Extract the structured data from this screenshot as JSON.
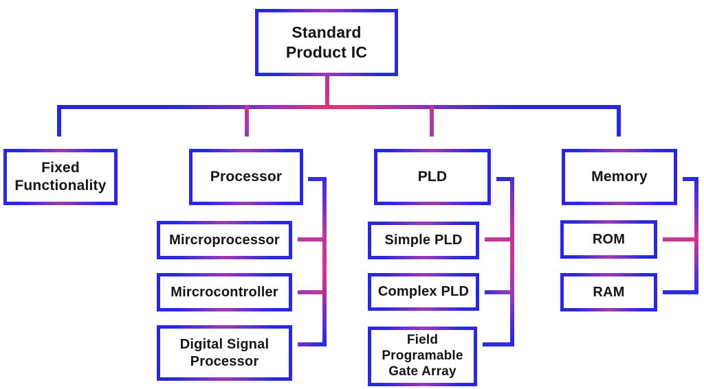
{
  "diagram": {
    "type": "tree",
    "subject": "Standard Product IC classification",
    "colors": {
      "box_border_blue": "#2a28dd",
      "gradient_purple": "#9c3bb4",
      "gradient_pink": "#e7317b",
      "gradient_magenta": "#c53795",
      "text": "#141414",
      "background": "#ffffff"
    },
    "nodes": {
      "root": {
        "label": "Standard\nProduct IC"
      },
      "fixed_functionality": {
        "label": "Fixed\nFunctionality"
      },
      "processor": {
        "label": "Processor"
      },
      "pld": {
        "label": "PLD"
      },
      "memory": {
        "label": "Memory"
      },
      "mircroprocessor": {
        "label": "Mircroprocessor"
      },
      "mircrocontroller": {
        "label": "Mircrocontroller"
      },
      "digital_signal_processor": {
        "label": "Digital Signal\nProcessor"
      },
      "simple_pld": {
        "label": "Simple PLD"
      },
      "complex_pld": {
        "label": "Complex PLD"
      },
      "fpga": {
        "label": "Field\nProgramable\nGate Array"
      },
      "rom": {
        "label": "ROM"
      },
      "ram": {
        "label": "RAM"
      }
    },
    "hierarchy": {
      "root": "Standard Product IC",
      "children": [
        {
          "label": "Fixed Functionality",
          "children": []
        },
        {
          "label": "Processor",
          "children": [
            "Mircroprocessor",
            "Mircrocontroller",
            "Digital Signal Processor"
          ]
        },
        {
          "label": "PLD",
          "children": [
            "Simple PLD",
            "Complex PLD",
            "Field Programable Gate Array"
          ]
        },
        {
          "label": "Memory",
          "children": [
            "ROM",
            "RAM"
          ]
        }
      ]
    }
  }
}
